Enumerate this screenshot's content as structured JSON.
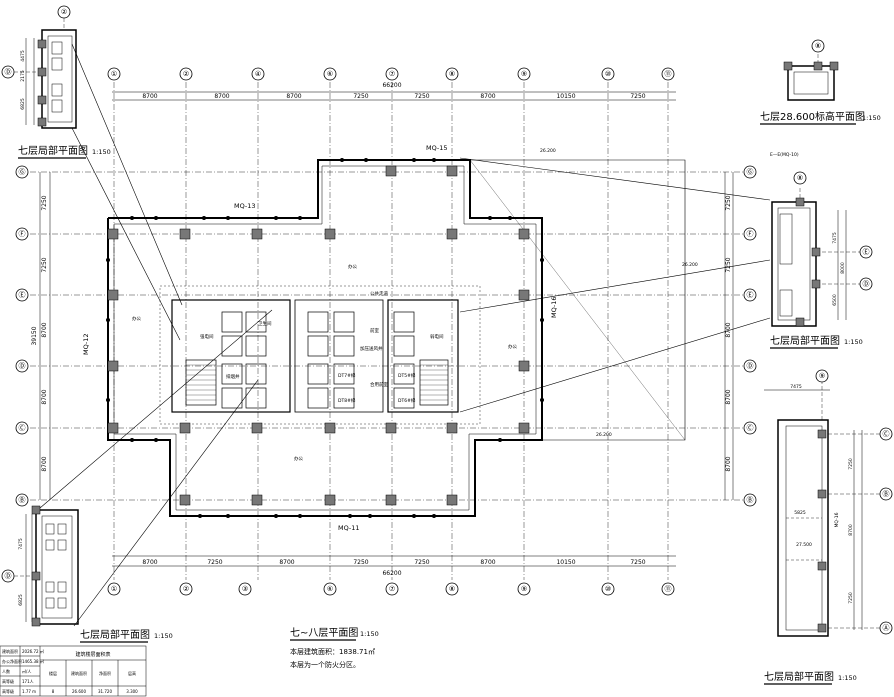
{
  "main_plan": {
    "title": "七~八层平面图",
    "scale": "1:150",
    "area_note": "本层建筑面积：1838.71㎡",
    "fire_note": "本层为一个防火分区。",
    "top_axes": [
      "①",
      "②",
      "④",
      "⑥",
      "⑦",
      "⑧",
      "⑨",
      "⑩",
      "⑪"
    ],
    "bottom_axes": [
      "①",
      "②",
      "③",
      "⑥",
      "⑦",
      "⑧",
      "⑨",
      "⑩",
      "⑪"
    ],
    "side_axes": [
      "Ⓖ",
      "Ⓕ",
      "Ⓔ",
      "Ⓓ",
      "Ⓒ",
      "Ⓑ"
    ],
    "top_dims": [
      "8700",
      "8700",
      "8700",
      "7250",
      "7250",
      "8700",
      "10150",
      "7250"
    ],
    "bottom_dims": [
      "8700",
      "7250",
      "8700",
      "7250",
      "7250",
      "8700",
      "10150",
      "7250"
    ],
    "overall_dim": "66200",
    "left_dims": [
      "7250",
      "7250",
      "8700",
      "8700",
      "8700"
    ],
    "left_total": "39150",
    "curtain_walls": [
      "MQ-15",
      "MQ-13",
      "MQ-12",
      "MQ-16",
      "MQ-11"
    ],
    "rooms": [
      "DT7#梯",
      "DT8#梯",
      "DT5#梯",
      "DT6#梯",
      "强电间",
      "弱电间",
      "排烟井",
      "加压送风井",
      "前室",
      "合用前室",
      "卫生间",
      "公共走道",
      "办公"
    ],
    "elevations": [
      "26.200",
      "26.200",
      "26.200"
    ]
  },
  "detail_top_left": {
    "title": "七层局部平面图",
    "scale": "1:150",
    "axis_top": "②",
    "axis_side": "Ⓓ",
    "dims": [
      "4475",
      "2175",
      "6825"
    ]
  },
  "detail_top_right": {
    "title": "七层28.600标高平面图",
    "scale": "1:150",
    "axis": "⑧"
  },
  "detail_mid_right": {
    "title": "七层局部平面图",
    "scale": "1:150",
    "axis_top": "⑧",
    "axis_sides": [
      "Ⓔ",
      "Ⓓ"
    ],
    "section": "E—E(MQ-10)",
    "dims": [
      "7475",
      "8000",
      "6500"
    ]
  },
  "detail_bottom_left": {
    "title": "七层局部平面图",
    "scale": "1:150",
    "axis_side": "Ⓓ",
    "dims": [
      "7475",
      "6825"
    ]
  },
  "detail_bottom_right": {
    "title": "七层局部平面图",
    "scale": "1:150",
    "axis_top": "⑨",
    "axis_sides": [
      "Ⓒ",
      "Ⓑ",
      "Ⓐ"
    ],
    "dims": [
      "7475",
      "7250",
      "8700",
      "7250",
      "5825"
    ],
    "elev": "27.500",
    "wall": "MQ-16"
  },
  "table": {
    "title": "建筑楼层面积表",
    "rows": [
      [
        "建筑面积",
        "2026.72 ㎡"
      ],
      [
        "办公净面积",
        "1465.38 ㎡"
      ],
      [
        "人数",
        "㎡/人"
      ],
      [
        "高等级",
        "171人"
      ],
      [
        "高等级",
        "1.77 m"
      ]
    ],
    "cols": [
      "楼层",
      "建筑面积",
      "净面积",
      "层高"
    ],
    "vals": [
      "8",
      "26.600",
      "31.720",
      "3.300"
    ]
  }
}
